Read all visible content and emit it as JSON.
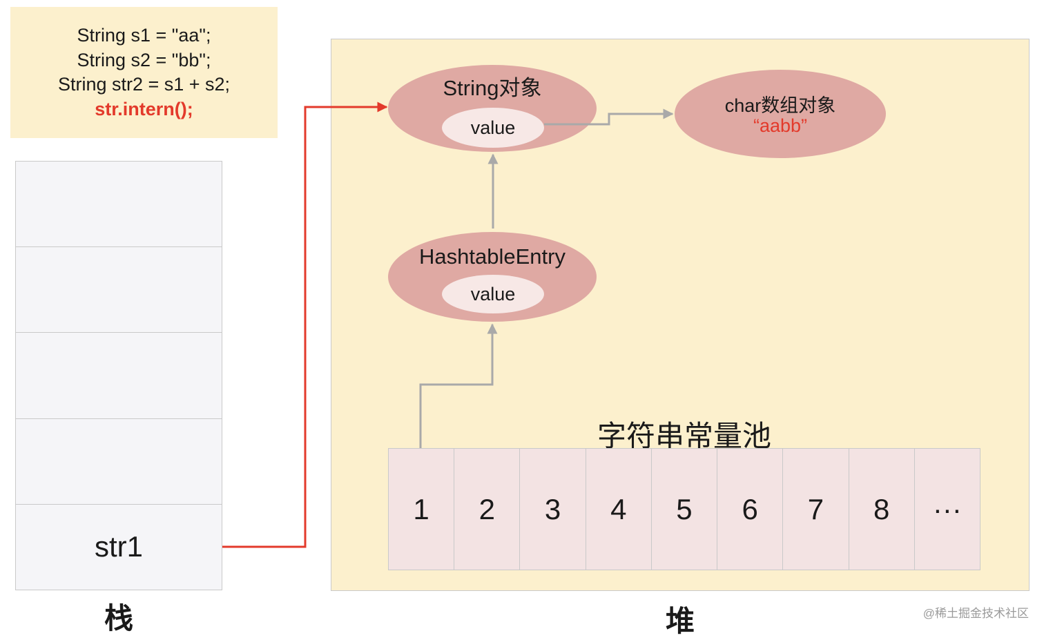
{
  "code": {
    "lines": [
      "String s1 = \"aa\";",
      "String s2 = \"bb\";",
      "String str2 = s1 + s2;"
    ],
    "highlight_line": "str.intern();",
    "highlight_color": "#e33a2b",
    "background": "#fcf0cd"
  },
  "stack": {
    "cells": [
      "",
      "",
      "",
      "",
      "str1"
    ],
    "label": "栈"
  },
  "heap": {
    "label": "堆",
    "string_object": {
      "title": "String对象",
      "field": "value"
    },
    "char_array": {
      "title": "char数组对象",
      "value": "“aabb”"
    },
    "hashtable_entry": {
      "title": "HashtableEntry",
      "field": "value"
    },
    "pool": {
      "title": "字符串常量池",
      "cells": [
        "1",
        "2",
        "3",
        "4",
        "5",
        "6",
        "7",
        "8",
        "···"
      ]
    }
  },
  "colors": {
    "ellipse": "#dfa9a3",
    "inner_ellipse": "#f7e8e6",
    "reference_arrow": "#e33a2b",
    "gray_arrow": "#a9a9a9"
  },
  "watermark": "@稀土掘金技术社区"
}
